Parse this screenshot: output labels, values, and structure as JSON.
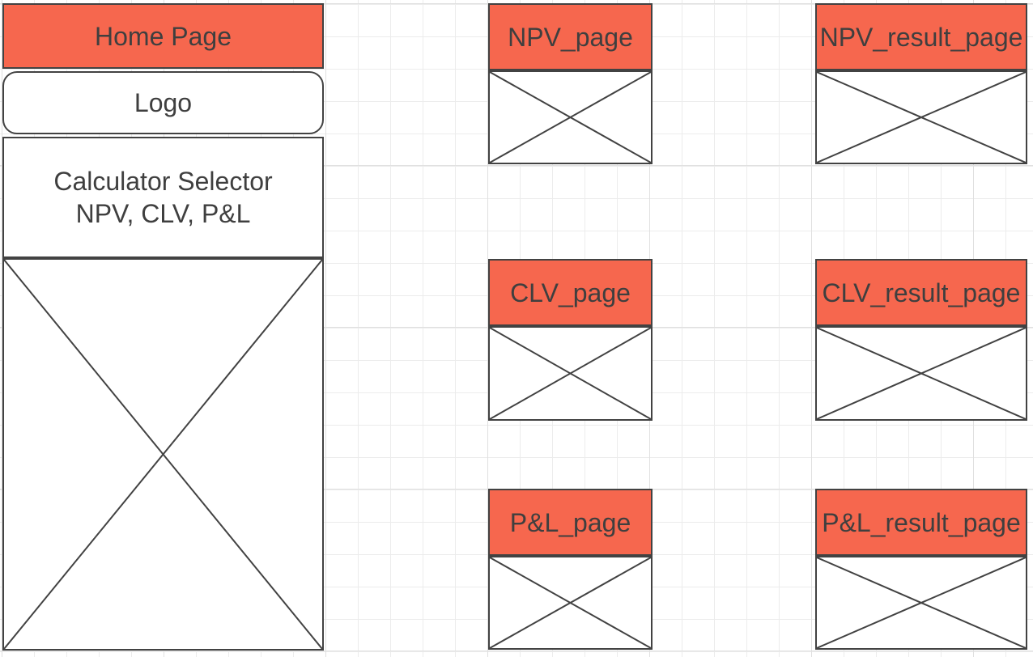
{
  "canvas": {
    "background_color": "#FFFFFF",
    "grid_minor_color": "#ECECEC",
    "grid_major_color": "#E0E0E0",
    "accent_color": "#F6674E",
    "stroke_color": "#424242",
    "text_color": "#3F3F3F"
  },
  "home_frame": {
    "title": "Home Page",
    "logo_label": "Logo",
    "selector_line1": "Calculator Selector",
    "selector_line2": "NPV, CLV, P&L"
  },
  "page_frames": [
    {
      "title": "NPV_page"
    },
    {
      "title": "CLV_page"
    },
    {
      "title": "P&L_page"
    }
  ],
  "result_frames": [
    {
      "title": "NPV_result_page"
    },
    {
      "title": "CLV_result_page"
    },
    {
      "title": "P&L_result_page"
    }
  ]
}
